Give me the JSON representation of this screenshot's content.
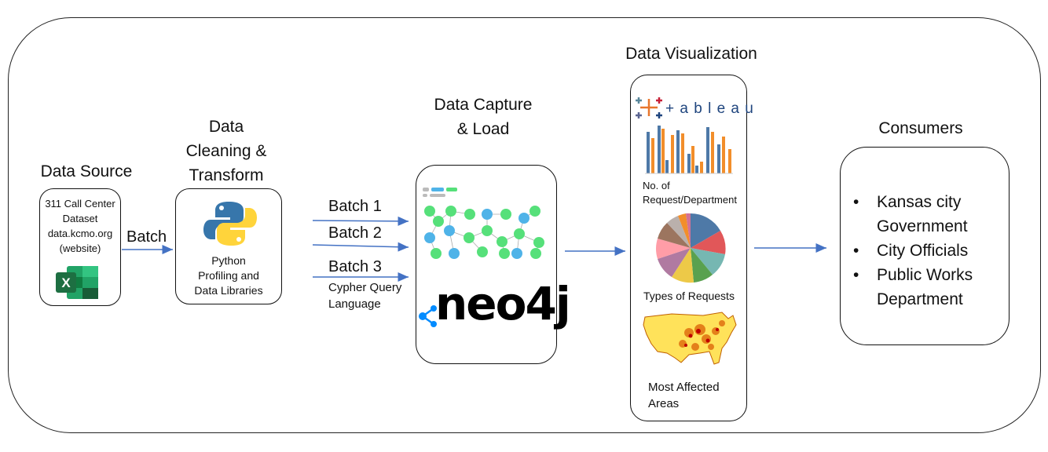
{
  "source": {
    "heading": "Data Source",
    "lines": [
      "311 Call Center",
      "Dataset",
      "data.kcmo.org",
      "(website)"
    ],
    "icon": "excel-icon"
  },
  "batch_label": "Batch",
  "cleaning": {
    "heading_lines": [
      "Data",
      "Cleaning &",
      "Transform"
    ],
    "lines": [
      "Python",
      "Profiling and",
      "Data Libraries"
    ],
    "icon": "python-icon"
  },
  "batches": [
    "Batch 1",
    "Batch 2",
    "Batch 3"
  ],
  "cypher_lines": [
    "Cypher Query",
    "Language"
  ],
  "capture": {
    "heading_lines": [
      "Data Capture",
      "& Load"
    ],
    "logo_text": "neo4j",
    "icon": "graph-network-icon"
  },
  "visualization": {
    "heading": "Data Visualization",
    "logo_text": "+ a b l e a u",
    "items": [
      {
        "lines": [
          "No. of",
          "Request/Department"
        ],
        "icon": "bar-chart-icon"
      },
      {
        "lines": [
          "Types of Requests"
        ],
        "icon": "pie-chart-icon"
      },
      {
        "lines": [
          "Most Affected",
          "Areas"
        ],
        "icon": "heat-map-icon"
      }
    ]
  },
  "consumers": {
    "heading": "Consumers",
    "items": [
      {
        "lines": [
          "Kansas city",
          "Government"
        ]
      },
      {
        "lines": [
          "City Officials"
        ]
      },
      {
        "lines": [
          "Public Works",
          "Department"
        ]
      }
    ]
  },
  "colors": {
    "arrow": "#4472c4",
    "bar_blue": "#4e79a7",
    "bar_orange": "#f28e2b",
    "neo4j_blue": "#018bff",
    "node_green": "#56e07a",
    "node_blue": "#4fb3e8",
    "excel_green": "#1d6f42",
    "python_blue": "#3776ab",
    "python_yellow": "#ffd43b"
  }
}
